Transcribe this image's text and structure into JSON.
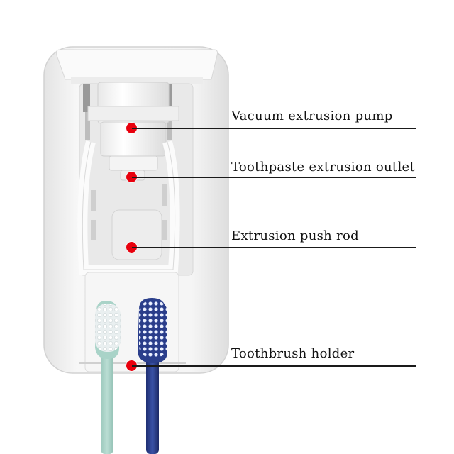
{
  "diagram": {
    "subject": "automatic toothpaste dispenser with toothbrush holder",
    "callouts": [
      {
        "id": "pump",
        "label": "Vacuum extrusion pump"
      },
      {
        "id": "outlet",
        "label": "Toothpaste extrusion outlet"
      },
      {
        "id": "rod",
        "label": "Extrusion push rod"
      },
      {
        "id": "holder",
        "label": "Toothbrush holder"
      }
    ],
    "colors": {
      "marker": "#e8000d",
      "leader_line": "#1a1a1a",
      "device_body": "#f2f2f2",
      "brush_left": "#a9d3c8",
      "brush_right": "#2b3f8c"
    }
  }
}
